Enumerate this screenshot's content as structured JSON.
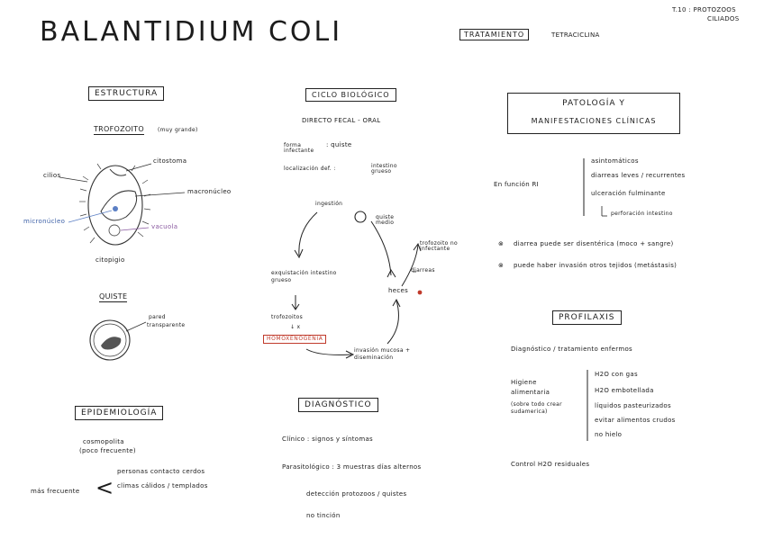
{
  "header": {
    "title": "BALANTIDIUM COLI",
    "tema": "T.10 : PROTOZOOS",
    "tema2": "CILIADOS",
    "tratamiento_label": "TRATAMIENTO",
    "tratamiento_value": "TETRACICLINA"
  },
  "estructura": {
    "heading": "ESTRUCTURA",
    "trofozoito": "TROFOZOITO",
    "trofozoito_note": "(muy grande)",
    "citostoma": "citostoma",
    "cilios": "cilios",
    "macronucleo": "macronúcleo",
    "micronucleo": "micronúcleo",
    "vacuola": "vacuola",
    "citopigio": "citopigio",
    "quiste": "QUISTE",
    "pared": "pared",
    "transparente": "transparente"
  },
  "epidemiologia": {
    "heading": "EPIDEMIOLOGÍA",
    "cosmopolita": "cosmopolita",
    "poco": "(poco frecuente)",
    "mas_frecuente": "más frecuente",
    "item1": "personas contacto cerdos",
    "item2": "climas cálidos / templados"
  },
  "ciclo": {
    "heading": "CICLO BIOLÓGICO",
    "directo": "DIRECTO   FECAL - ORAL",
    "forma_label": "forma infectante",
    "forma_value": ":  quiste",
    "loc_label": "localización def.  :",
    "loc_value": "intestino grueso",
    "ingestion": "ingestión",
    "quiste_medio": "quiste medio",
    "trofozoito_no": "trofozoito no infectante",
    "diarreas": "diarreas",
    "heces": "heces",
    "exquistacion": "exquistación intestino grueso",
    "trofozoitos": "trofozoitos",
    "x": "↓ x",
    "homoxenia": "HOMOXENOGENIA",
    "invasion": "invasión mucosa + diseminación"
  },
  "diagnostico": {
    "heading": "DIAGNÓSTICO",
    "item1": "Clínico :  signos y síntomas",
    "item2": "Parasitológico  :  3 muestras días alternos",
    "sub1": "detección protozoos / quistes",
    "sub2": "no tinción"
  },
  "patologia": {
    "heading1": "PATOLOGÍA  Y",
    "heading2": "MANIFESTACIONES CLÍNICAS",
    "funcion": "En función RI",
    "m1": "asintomáticos",
    "m2": "diarreas leves / recurrentes",
    "m3": "ulceración fulminante",
    "m4": "perforación intestino",
    "n1": "diarrea puede ser disentérica (moco + sangre)",
    "n2": "puede haber invasión otros tejidos (metástasis)"
  },
  "profilaxis": {
    "heading": "PROFILAXIS",
    "p1": "Diagnóstico / tratamiento enfermos",
    "higiene": "Higiene alimentaria",
    "higiene_note": "(sobre todo crear sudamerica)",
    "h1": "H2O con gas",
    "h2": "H2O embotellada",
    "h3": "líquidos pasteurizados",
    "h4": "evitar alimentos crudos",
    "h5": "no hielo",
    "p3": "Control H2O residuales"
  }
}
